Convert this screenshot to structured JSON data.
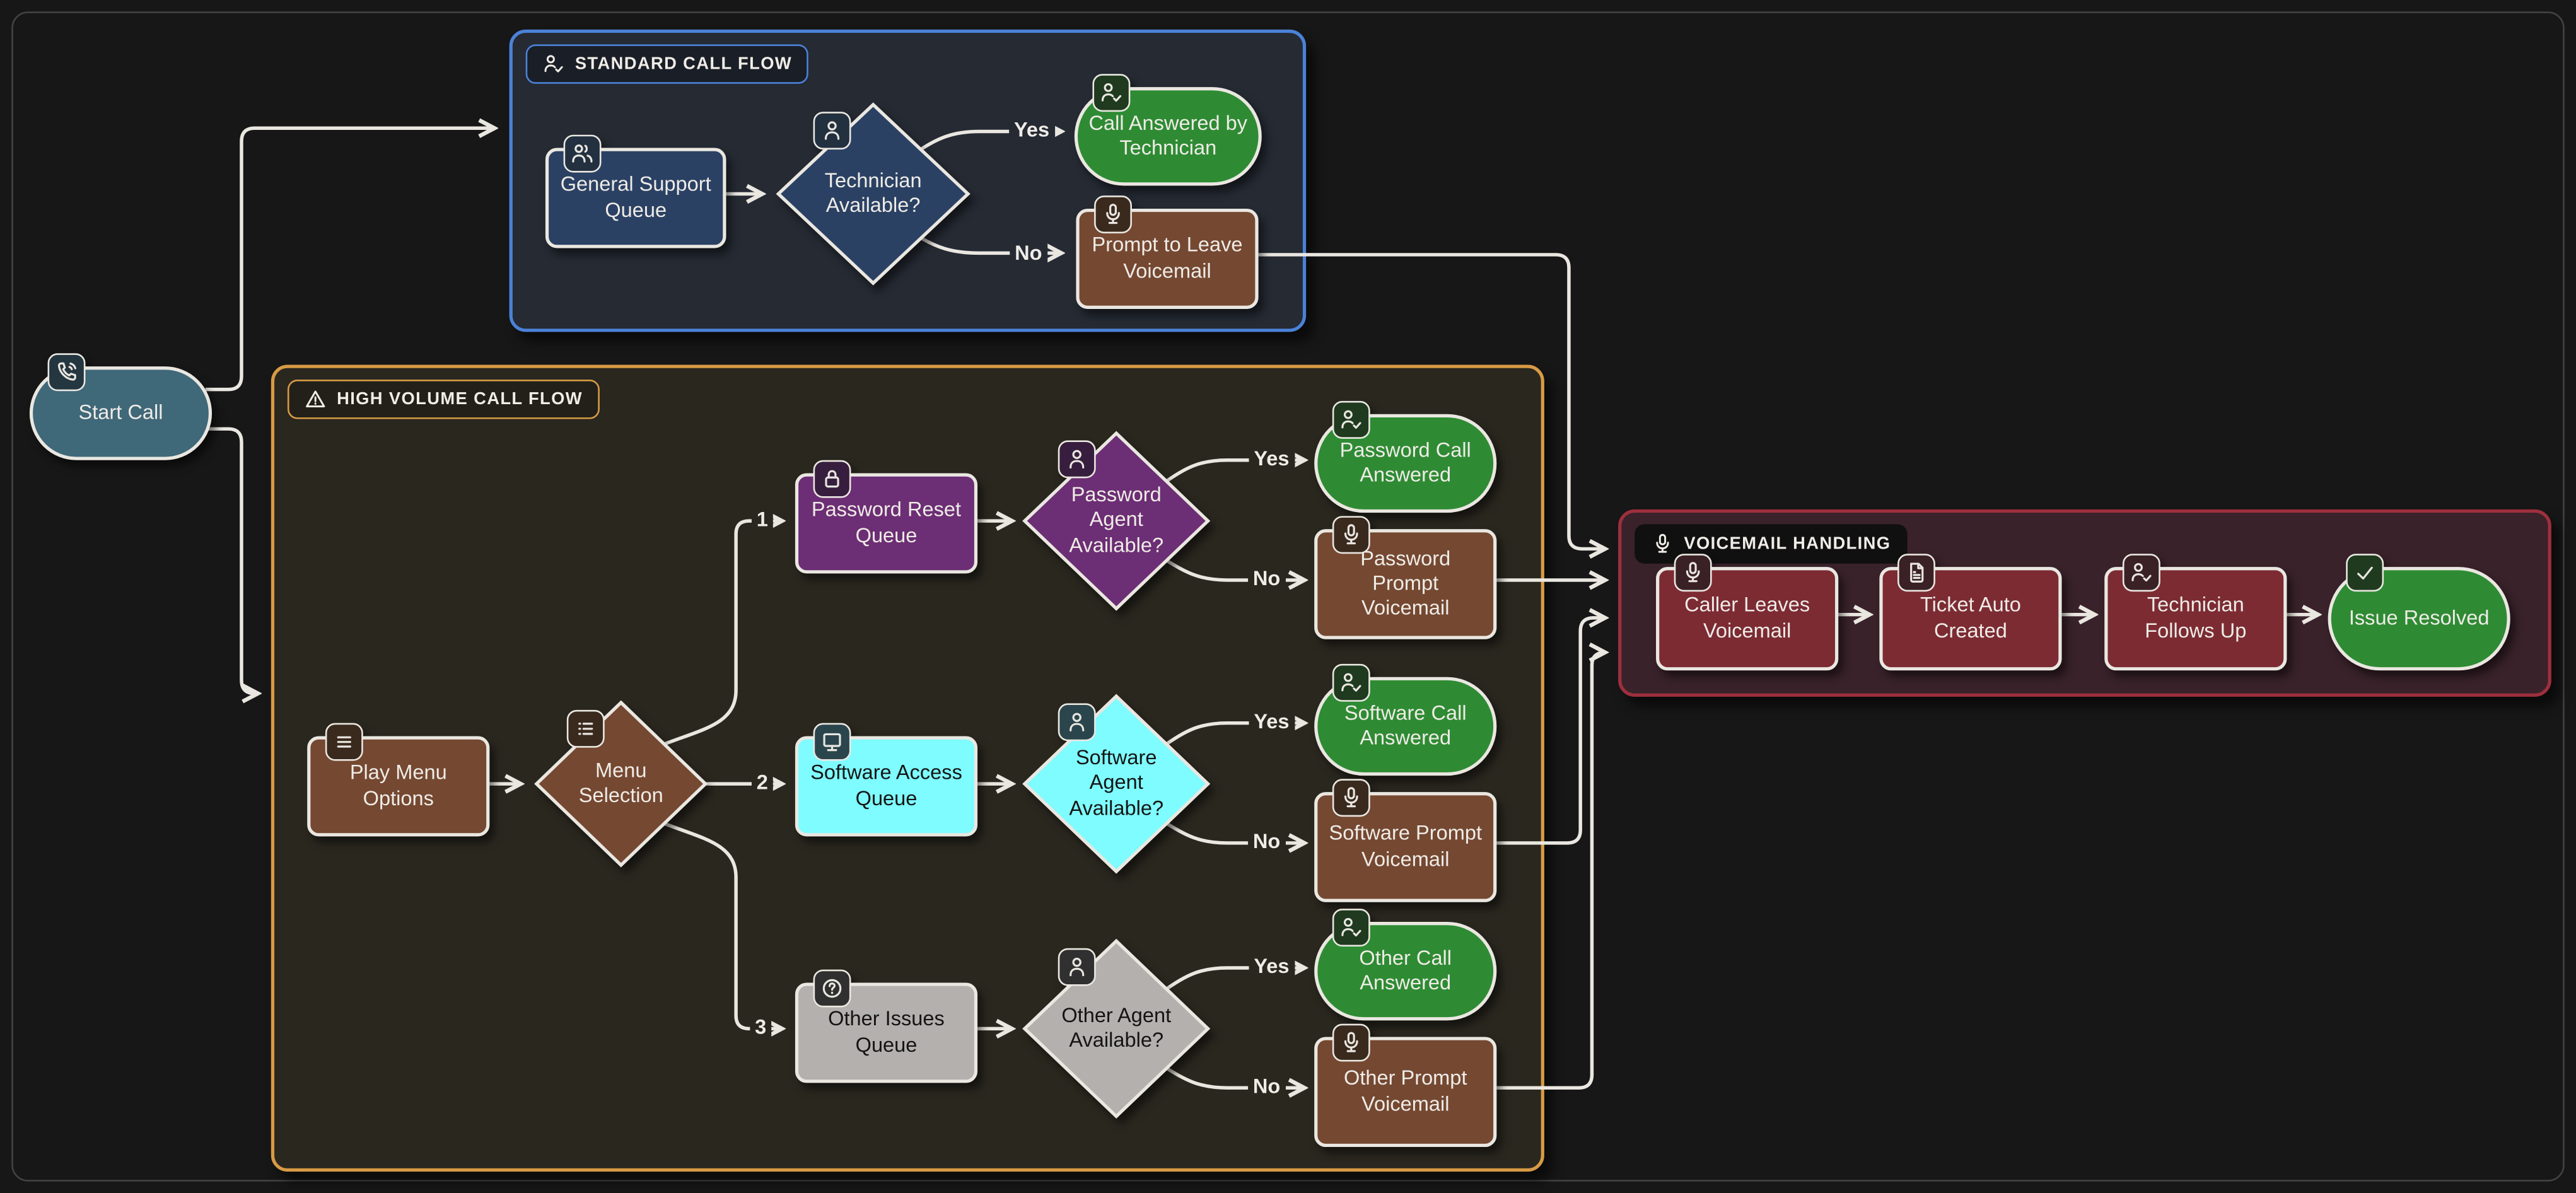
{
  "diagram": {
    "background": "#171717",
    "edge_color": "#eae7e1"
  },
  "groups": {
    "standard_call_flow": {
      "label": "STANDARD CALL FLOW",
      "icon": "person-check",
      "accent": "#4b82d8",
      "background": "#252a33"
    },
    "high_volume_call_flow": {
      "label": "HIGH VOLUME CALL FLOW",
      "icon": "warning",
      "accent": "#d79a45",
      "background": "#2a271f"
    },
    "voicemail_handling": {
      "label": "VOICEMAIL HANDLING",
      "icon": "mic",
      "accent": "#9e2f3d",
      "background": "#39222a"
    }
  },
  "nodes": {
    "start_call": {
      "label": "Start Call",
      "icon": "phone",
      "shape": "stadium",
      "color": "#3f6879"
    },
    "general_support_queue": {
      "label": "General Support Queue",
      "icon": "people",
      "shape": "rect",
      "color": "#2b4164"
    },
    "technician_available": {
      "label": "Technician Available?",
      "icon": "person",
      "shape": "diamond",
      "color": "#2b4164"
    },
    "call_answered_by_technician": {
      "label": "Call Answered by Technician",
      "icon": "person-check",
      "shape": "stadium",
      "color": "#2e8b33"
    },
    "prompt_to_leave_voicemail": {
      "label": "Prompt to Leave Voicemail",
      "icon": "mic",
      "shape": "rect",
      "color": "#754831"
    },
    "play_menu_options": {
      "label": "Play Menu Options",
      "icon": "menu",
      "shape": "rect",
      "color": "#754831"
    },
    "menu_selection": {
      "label": "Menu Selection",
      "icon": "list",
      "shape": "diamond",
      "color": "#754831"
    },
    "password_reset_queue": {
      "label": "Password Reset Queue",
      "icon": "lock",
      "shape": "rect",
      "color": "#6c2e74"
    },
    "password_agent_available": {
      "label": "Password Agent Available?",
      "icon": "person",
      "shape": "diamond",
      "color": "#6c2e74"
    },
    "password_call_answered": {
      "label": "Password Call Answered",
      "icon": "person-check",
      "shape": "stadium",
      "color": "#2e8b33"
    },
    "password_prompt_voicemail": {
      "label": "Password Prompt Voicemail",
      "icon": "mic",
      "shape": "rect",
      "color": "#754831"
    },
    "software_access_queue": {
      "label": "Software Access Queue",
      "icon": "monitor",
      "shape": "rect",
      "color": "#7efcff"
    },
    "software_agent_available": {
      "label": "Software Agent Available?",
      "icon": "person",
      "shape": "diamond",
      "color": "#7efcff"
    },
    "software_call_answered": {
      "label": "Software Call Answered",
      "icon": "person-check",
      "shape": "stadium",
      "color": "#2e8b33"
    },
    "software_prompt_voicemail": {
      "label": "Software Prompt Voicemail",
      "icon": "mic",
      "shape": "rect",
      "color": "#754831"
    },
    "other_issues_queue": {
      "label": "Other Issues Queue",
      "icon": "question",
      "shape": "rect",
      "color": "#b3b0ad"
    },
    "other_agent_available": {
      "label": "Other Agent Available?",
      "icon": "person",
      "shape": "diamond",
      "color": "#b3b0ad"
    },
    "other_call_answered": {
      "label": "Other Call Answered",
      "icon": "person-check",
      "shape": "stadium",
      "color": "#2e8b33"
    },
    "other_prompt_voicemail": {
      "label": "Other Prompt Voicemail",
      "icon": "mic",
      "shape": "rect",
      "color": "#754831"
    },
    "caller_leaves_voicemail": {
      "label": "Caller Leaves Voicemail",
      "icon": "mic",
      "shape": "rect",
      "color": "#7c2b33"
    },
    "ticket_auto_created": {
      "label": "Ticket Auto Created",
      "icon": "document",
      "shape": "rect",
      "color": "#7c2b33"
    },
    "technician_follows_up": {
      "label": "Technician Follows Up",
      "icon": "person-check",
      "shape": "rect",
      "color": "#7c2b33"
    },
    "issue_resolved": {
      "label": "Issue Resolved",
      "icon": "check",
      "shape": "stadium",
      "color": "#2e8b33"
    }
  },
  "edges": [
    {
      "from": "start_call",
      "to": "group:standard_call_flow",
      "label": ""
    },
    {
      "from": "start_call",
      "to": "group:high_volume_call_flow",
      "label": ""
    },
    {
      "from": "general_support_queue",
      "to": "technician_available",
      "label": ""
    },
    {
      "from": "technician_available",
      "to": "call_answered_by_technician",
      "label": "Yes"
    },
    {
      "from": "technician_available",
      "to": "prompt_to_leave_voicemail",
      "label": "No"
    },
    {
      "from": "prompt_to_leave_voicemail",
      "to": "group:voicemail_handling",
      "label": ""
    },
    {
      "from": "play_menu_options",
      "to": "menu_selection",
      "label": ""
    },
    {
      "from": "menu_selection",
      "to": "password_reset_queue",
      "label": "1"
    },
    {
      "from": "menu_selection",
      "to": "software_access_queue",
      "label": "2"
    },
    {
      "from": "menu_selection",
      "to": "other_issues_queue",
      "label": "3"
    },
    {
      "from": "password_reset_queue",
      "to": "password_agent_available",
      "label": ""
    },
    {
      "from": "password_agent_available",
      "to": "password_call_answered",
      "label": "Yes"
    },
    {
      "from": "password_agent_available",
      "to": "password_prompt_voicemail",
      "label": "No"
    },
    {
      "from": "password_prompt_voicemail",
      "to": "group:voicemail_handling",
      "label": ""
    },
    {
      "from": "software_access_queue",
      "to": "software_agent_available",
      "label": ""
    },
    {
      "from": "software_agent_available",
      "to": "software_call_answered",
      "label": "Yes"
    },
    {
      "from": "software_agent_available",
      "to": "software_prompt_voicemail",
      "label": "No"
    },
    {
      "from": "software_prompt_voicemail",
      "to": "group:voicemail_handling",
      "label": ""
    },
    {
      "from": "other_issues_queue",
      "to": "other_agent_available",
      "label": ""
    },
    {
      "from": "other_agent_available",
      "to": "other_call_answered",
      "label": "Yes"
    },
    {
      "from": "other_agent_available",
      "to": "other_prompt_voicemail",
      "label": "No"
    },
    {
      "from": "other_prompt_voicemail",
      "to": "group:voicemail_handling",
      "label": ""
    },
    {
      "from": "caller_leaves_voicemail",
      "to": "ticket_auto_created",
      "label": ""
    },
    {
      "from": "ticket_auto_created",
      "to": "technician_follows_up",
      "label": ""
    },
    {
      "from": "technician_follows_up",
      "to": "issue_resolved",
      "label": ""
    }
  ]
}
